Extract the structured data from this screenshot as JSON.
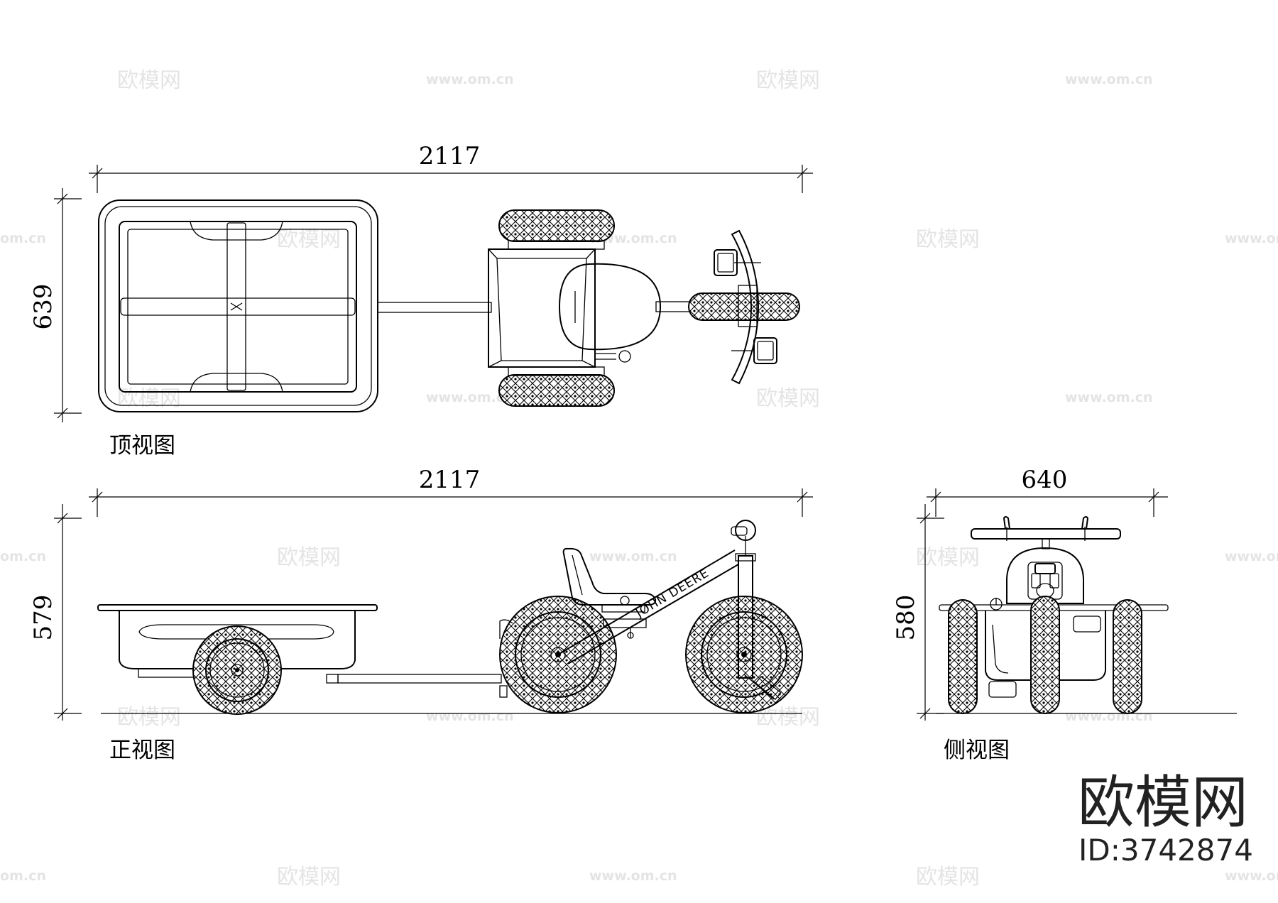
{
  "views": {
    "top": {
      "caption": "顶视图",
      "dim_length": "2117",
      "dim_width": "639"
    },
    "front": {
      "caption": "正视图",
      "dim_length": "2117",
      "dim_height": "579",
      "frame_text": "JOHN DEERE"
    },
    "side": {
      "caption": "侧视图",
      "dim_width": "640",
      "dim_height": "580"
    }
  },
  "watermark": {
    "brand": "欧模网",
    "url": "www.om.cn",
    "url_short": "om.cn"
  },
  "badge": {
    "brand": "欧模网",
    "id": "ID:3742874"
  }
}
